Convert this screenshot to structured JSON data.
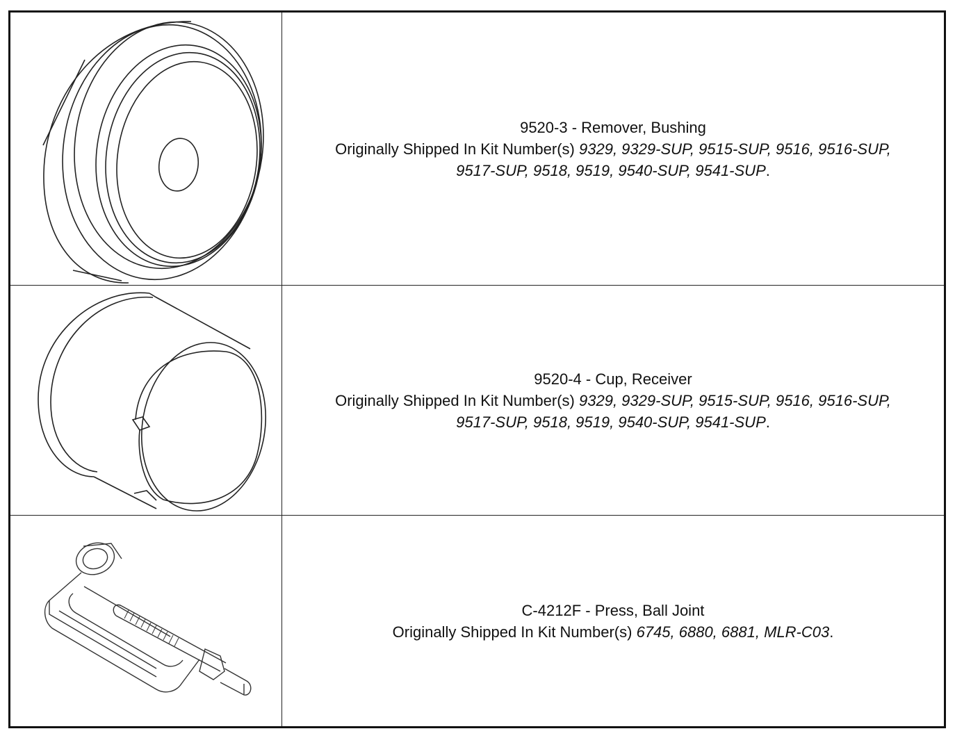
{
  "rows": [
    {
      "icon": "bushing-remover-disc-drawing",
      "title": "9520-3 - Remover, Bushing",
      "prefix": "Originally Shipped In Kit Number(s)",
      "kits_line1": "9329, 9329-SUP, 9515-SUP, 9516, 9516-SUP,",
      "kits_line2": "9517-SUP, 9518, 9519, 9540-SUP, 9541-SUP",
      "suffix": "."
    },
    {
      "icon": "receiver-cup-cylinder-drawing",
      "title": "9520-4 - Cup, Receiver",
      "prefix": "Originally Shipped In Kit Number(s)",
      "kits_line1": "9329, 9329-SUP, 9515-SUP, 9516, 9516-SUP,",
      "kits_line2": "9517-SUP, 9518, 9519, 9540-SUP, 9541-SUP",
      "suffix": "."
    },
    {
      "icon": "ball-joint-press-c-clamp-drawing",
      "title": "C-4212F - Press, Ball Joint",
      "prefix": "Originally Shipped In Kit Number(s)",
      "kits_line1": "6745, 6880, 6881, MLR-C03",
      "kits_line2": "",
      "suffix": "."
    }
  ]
}
